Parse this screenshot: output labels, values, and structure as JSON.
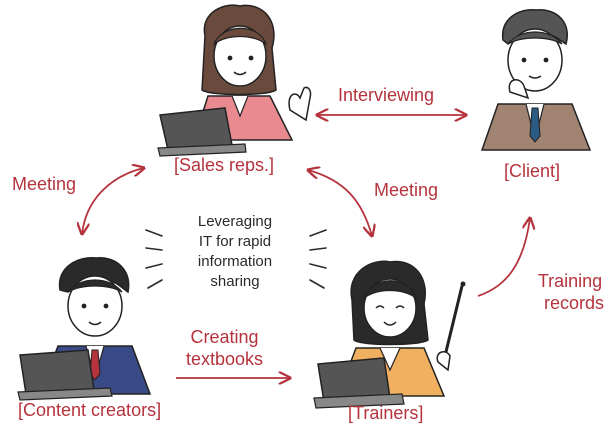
{
  "roles": {
    "sales": "[Sales reps.]",
    "client": "[Client]",
    "content": "[Content creators]",
    "trainers": "[Trainers]"
  },
  "actions": {
    "interviewing": "Interviewing",
    "meeting_left": "Meeting",
    "meeting_right": "Meeting",
    "creating_line1": "Creating",
    "creating_line2": "textbooks",
    "training_line1": "Training",
    "training_line2": "records"
  },
  "center": {
    "line1": "Leveraging",
    "line2": "IT for rapid",
    "line3": "information",
    "line4": "sharing"
  },
  "colors": {
    "accent": "#b5333d",
    "text": "#2a2a2a"
  }
}
